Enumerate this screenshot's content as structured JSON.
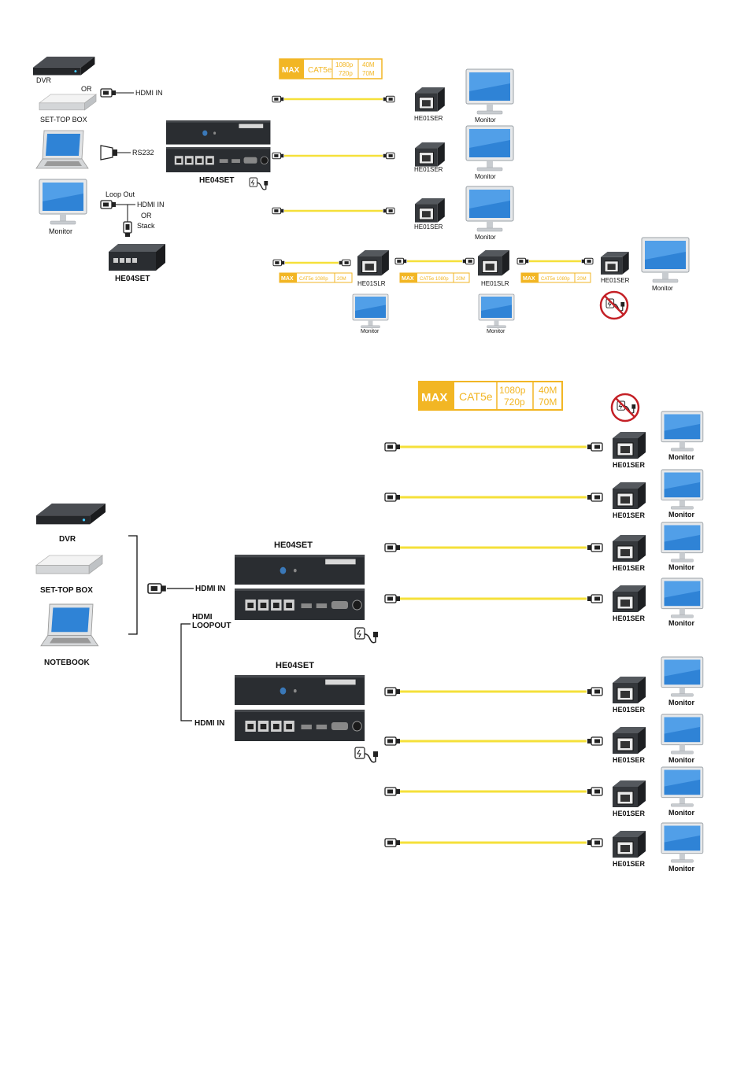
{
  "top": {
    "sources": {
      "dvr": "DVR",
      "or": "OR",
      "settop": "SET-TOP BOX",
      "monitor": "Monitor"
    },
    "ports": {
      "hdmi_in": "HDMI IN",
      "rs232": "RS232",
      "loop_out": "Loop  Out",
      "hdmi_in2": "HDMI IN",
      "or2": "OR",
      "stack": "Stack"
    },
    "device_label": "HE04SET",
    "device_label_2": "HE04SET",
    "badge": {
      "max": "MAX",
      "cable": "CAT5e",
      "res1": "1080p",
      "res2": "720p",
      "dist1": "40M",
      "dist2": "70M"
    },
    "receivers": [
      "HE01SER",
      "HE01SER",
      "HE01SER"
    ],
    "monitors": [
      "Monitor",
      "Monitor",
      "Monitor"
    ],
    "chain": {
      "units": [
        "HE01SLR",
        "HE01SLR",
        "HE01SER"
      ],
      "monitors": [
        "Monitor",
        "Monitor",
        "Monitor"
      ],
      "badges": [
        {
          "max": "MAX",
          "spec": "CAT5e 1080p",
          "dist": "20M"
        },
        {
          "max": "MAX",
          "spec": "CAT5e 1080p",
          "dist": "20M"
        },
        {
          "max": "MAX",
          "spec": "CAT5e 1080p",
          "dist": "20M"
        }
      ]
    }
  },
  "bottom": {
    "sources": {
      "dvr": "DVR",
      "settop": "SET-TOP BOX",
      "notebook": "NOTEBOOK"
    },
    "ports": {
      "hdmi_in": "HDMI IN",
      "hdmi_loopout_1": "HDMI",
      "hdmi_loopout_2": "LOOPOUT",
      "hdmi_in_2": "HDMI IN"
    },
    "device_labels": [
      "HE04SET",
      "HE04SET"
    ],
    "badge": {
      "max": "MAX",
      "cable": "CAT5e",
      "res1": "1080p",
      "res2": "720p",
      "dist1": "40M",
      "dist2": "70M"
    },
    "receivers": [
      "HE01SER",
      "HE01SER",
      "HE01SER",
      "HE01SER",
      "HE01SER",
      "HE01SER",
      "HE01SER",
      "HE01SER"
    ],
    "monitors": [
      "Monitor",
      "Monitor",
      "Monitor",
      "Monitor",
      "Monitor",
      "Monitor",
      "Monitor",
      "Monitor"
    ]
  },
  "colors": {
    "accent": "#f2b624",
    "cable": "#f5e03a",
    "device": "#2a2d31",
    "screen": "#2b7fd0"
  },
  "icons": [
    "dvr-icon",
    "settop-box-icon",
    "laptop-icon",
    "monitor-icon",
    "hdmi-plug-icon",
    "rs232-plug-icon",
    "power-adapter-icon",
    "no-power-icon",
    "receiver-icon"
  ]
}
